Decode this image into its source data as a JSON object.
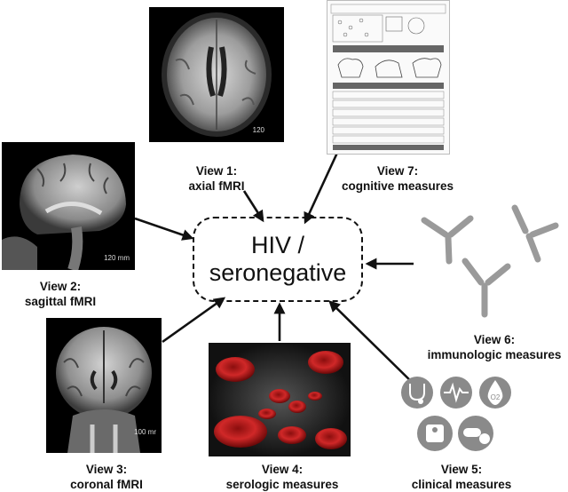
{
  "center": {
    "line1": "HIV /",
    "line2": "seronegative"
  },
  "views": {
    "axial": {
      "title": "View 1:",
      "subtitle": "axial fMRI"
    },
    "sagittal": {
      "title": "View 2:",
      "subtitle": "sagittal fMRI"
    },
    "coronal": {
      "title": "View 3:",
      "subtitle": "coronal fMRI"
    },
    "serologic": {
      "title": "View 4:",
      "subtitle": "serologic measures"
    },
    "clinical": {
      "title": "View 5:",
      "subtitle": "clinical measures"
    },
    "immunologic": {
      "title": "View 6:",
      "subtitle": "immunologic measures"
    },
    "cognitive": {
      "title": "View 7:",
      "subtitle": "cognitive measures"
    }
  },
  "scale_labels": {
    "axial": "120",
    "sagittal": "120 mm",
    "coronal": "100 mr"
  },
  "clinical_icons": [
    "stethoscope-icon",
    "heart-monitor-icon",
    "oxygen-drop-icon",
    "weight-scale-icon",
    "pills-icon"
  ],
  "clinical_icon_text": {
    "oxygen": "O2"
  },
  "colors": {
    "arrow": "#111111",
    "icon_gray": "#8a8a8a",
    "antibody_gray": "#9a9a9a",
    "blood_red": "#b01818"
  }
}
